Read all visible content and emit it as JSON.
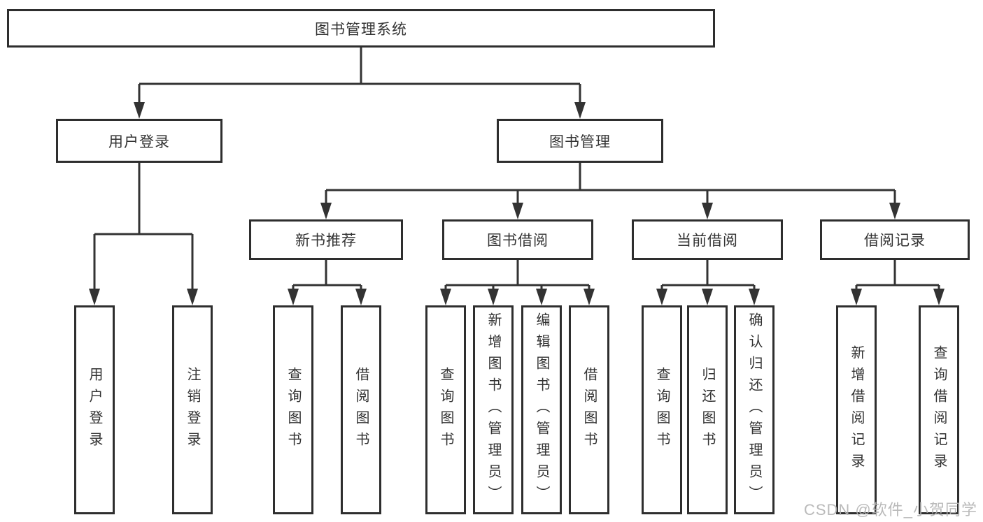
{
  "root": {
    "label": "图书管理系统"
  },
  "branches": [
    {
      "label": "用户登录",
      "leaves": [
        {
          "label": "用户登录"
        },
        {
          "label": "注销登录"
        }
      ]
    },
    {
      "label": "图书管理",
      "sections": [
        {
          "label": "新书推荐",
          "leaves": [
            {
              "label": "查询图书"
            },
            {
              "label": "借阅图书"
            }
          ]
        },
        {
          "label": "图书借阅",
          "leaves": [
            {
              "label": "查询图书"
            },
            {
              "label": "新增图书（管理员）"
            },
            {
              "label": "编辑图书（管理员）"
            },
            {
              "label": "借阅图书"
            }
          ]
        },
        {
          "label": "当前借阅",
          "leaves": [
            {
              "label": "查询图书"
            },
            {
              "label": "归还图书"
            },
            {
              "label": "确认归还（管理员）"
            }
          ]
        },
        {
          "label": "借阅记录",
          "leaves": [
            {
              "label": "新增借阅记录"
            },
            {
              "label": "查询借阅记录"
            }
          ]
        }
      ]
    }
  ],
  "watermark": {
    "text": "CSDN @软件_小贺同学"
  },
  "colors": {
    "line": "#333333",
    "box_border": "#2e2e2e",
    "box_fill": "#ffffff",
    "text": "#333333",
    "watermark": "#b2b2b2",
    "background": "#ffffff"
  }
}
